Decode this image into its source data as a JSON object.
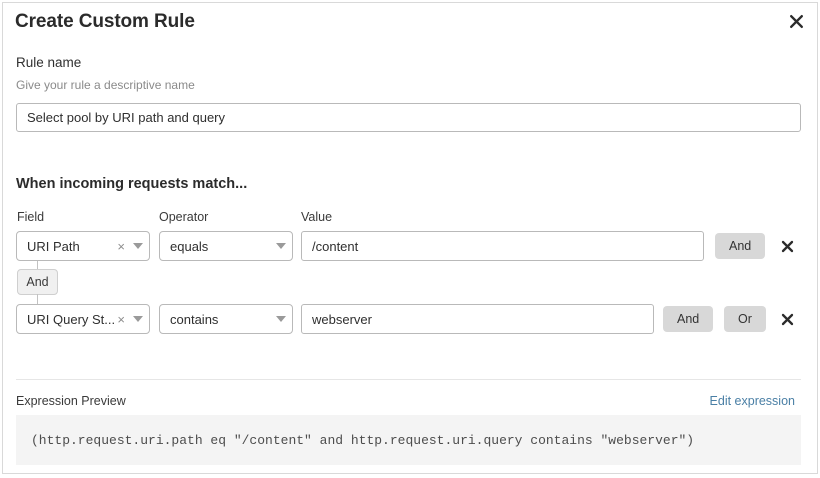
{
  "dialog": {
    "title": "Create Custom Rule",
    "close_icon": "close-icon"
  },
  "rule_name": {
    "label": "Rule name",
    "help_text": "Give your rule a descriptive name",
    "value": "Select pool by URI path and query",
    "placeholder": "Select pool by URI path and query"
  },
  "conditions_section": {
    "heading": "When incoming requests match...",
    "columns": {
      "field": "Field",
      "operator": "Operator",
      "value": "Value"
    },
    "connector": {
      "label": "And"
    },
    "rows": [
      {
        "field": "URI Path",
        "field_clear_icon": "×",
        "operator": "equals",
        "value": "/content",
        "and_label": "And",
        "delete_icon": "close-icon"
      },
      {
        "field": "URI Query St...",
        "field_clear_icon": "×",
        "operator": "contains",
        "value": "webserver",
        "and_label": "And",
        "or_label": "Or",
        "delete_icon": "close-icon"
      }
    ]
  },
  "expression_preview": {
    "label": "Expression Preview",
    "edit_link": "Edit expression",
    "expression": "(http.request.uri.path eq \"/content\" and http.request.uri.query contains \"webserver\")"
  },
  "colors": {
    "link": "#4a7fa5",
    "pill_bg": "#d8d8d8",
    "code_bg": "#f4f4f4",
    "border": "#b9b9b9"
  }
}
